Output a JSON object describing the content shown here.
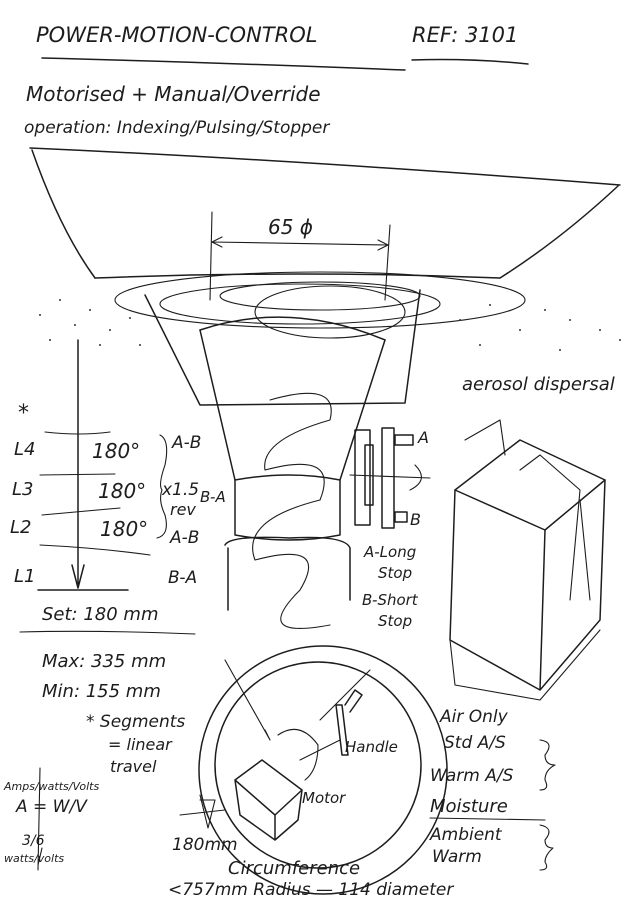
{
  "header": {
    "title": "POWER-MOTION-CONTROL",
    "ref": "REF: 3101",
    "subtitle": "Motorised + Manual/Override",
    "operation": "operation: Indexing/Pulsing/Stopper"
  },
  "funnel": {
    "diameter_label": "65 ϕ",
    "aerosol_label": "aerosol dispersal"
  },
  "levels": {
    "asterisk": "*",
    "items": [
      {
        "name": "L4",
        "angle": "180°"
      },
      {
        "name": "L3",
        "angle": "180°"
      },
      {
        "name": "L2",
        "angle": "180°"
      },
      {
        "name": "L1",
        "angle": ""
      }
    ],
    "sequence": [
      "A-B",
      "B-A",
      "A-B",
      "B-A"
    ],
    "multiplier": "x1.5",
    "rev": "rev",
    "set_label": "Set: 180 mm"
  },
  "stops": {
    "a": "A",
    "b": "B",
    "a_desc_1": "A-Long",
    "a_desc_2": "Stop",
    "b_desc_1": "B-Short",
    "b_desc_2": "Stop"
  },
  "notes": {
    "max": "Max: 335 mm",
    "min": "Min: 155 mm",
    "segments": "* Segments",
    "linear_1": "= linear",
    "linear_2": "travel",
    "formula_head": "Amps/watts/Volts",
    "formula": "A = W/V",
    "ratio": "3/6",
    "ratio_units": "watts/volts"
  },
  "plan": {
    "handle": "Handle",
    "motor": "Motor",
    "dimension": "180mm",
    "circumference": "Circumference",
    "radius": "<757mm Radius — 114 diameter"
  },
  "modes": {
    "air_only": "Air Only",
    "std": "Std A/S",
    "warm": "Warm A/S",
    "moisture": "Moisture",
    "ambient": "Ambient",
    "warm2": "Warm"
  }
}
